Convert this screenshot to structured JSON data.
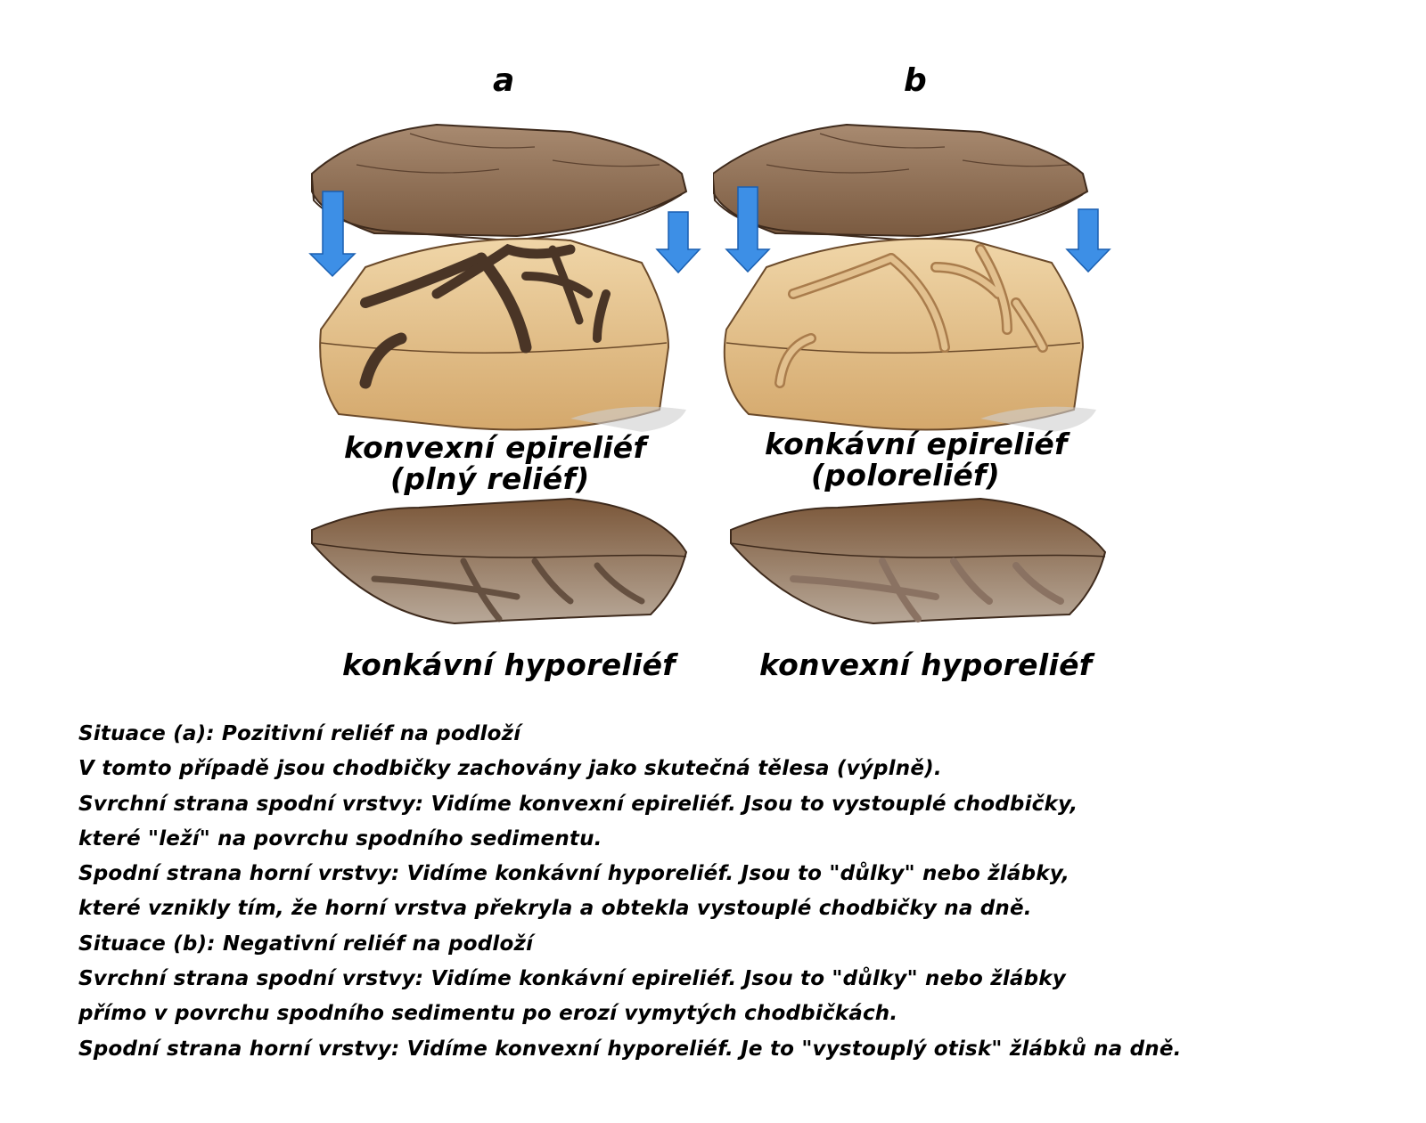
{
  "panels": {
    "a": {
      "letter": "a",
      "upper_caption_line1": "konvexní epireliéf",
      "upper_caption_line2": "(plný reliéf)",
      "lower_caption": "konkávní hyporeliéf"
    },
    "b": {
      "letter": "b",
      "upper_caption_line1": "konkávní epireliéf",
      "upper_caption_line2": "(poloreliéf)",
      "lower_caption": "konvexní hyporeliéf"
    }
  },
  "description": [
    "Situace (a): Pozitivní reliéf na podloží",
    "V tomto případě jsou chodbičky zachovány jako skutečná tělesa (výplně).",
    "Svrchní strana spodní vrstvy: Vidíme konvexní epireliéf. Jsou to vystouplé chodbičky,",
    "které \"leží\" na povrchu spodního sedimentu.",
    "Spodní strana horní vrstvy: Vidíme konkávní hyporeliéf. Jsou to \"důlky\" nebo žlábky,",
    "které vznikly tím, že horní vrstva překryla a obtekla vystouplé chodbičky na dně.",
    "Situace (b): Negativní reliéf na podloží",
    "Svrchní strana spodní vrstvy: Vidíme konkávní epireliéf. Jsou to \"důlky\" nebo žlábky",
    "přímo v povrchu spodního sedimentu po erozí vymytých chodbičkách.",
    "Spodní strana horní vrstvy: Vidíme konvexní hyporeliéf. Je to \"vystouplý otisk\" žlábků na dně."
  ],
  "colors": {
    "arrow": "#3d8fe6",
    "top_slab": "#8c6a4f",
    "lower_block": "#e8c48e",
    "burrow_fill": "#4a3526"
  }
}
